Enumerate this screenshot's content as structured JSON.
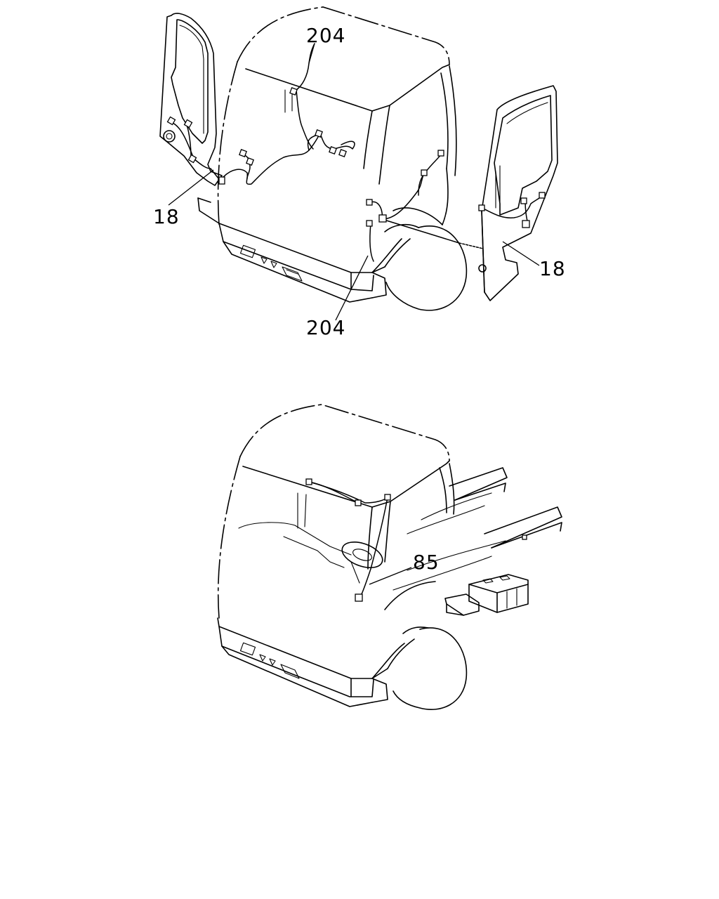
{
  "diagram": {
    "top_view": {
      "callouts": {
        "harness_top": "204",
        "door_left": "18",
        "door_right": "18",
        "harness_bottom": "204"
      }
    },
    "bottom_view": {
      "callouts": {
        "harness_main": "85"
      }
    }
  }
}
